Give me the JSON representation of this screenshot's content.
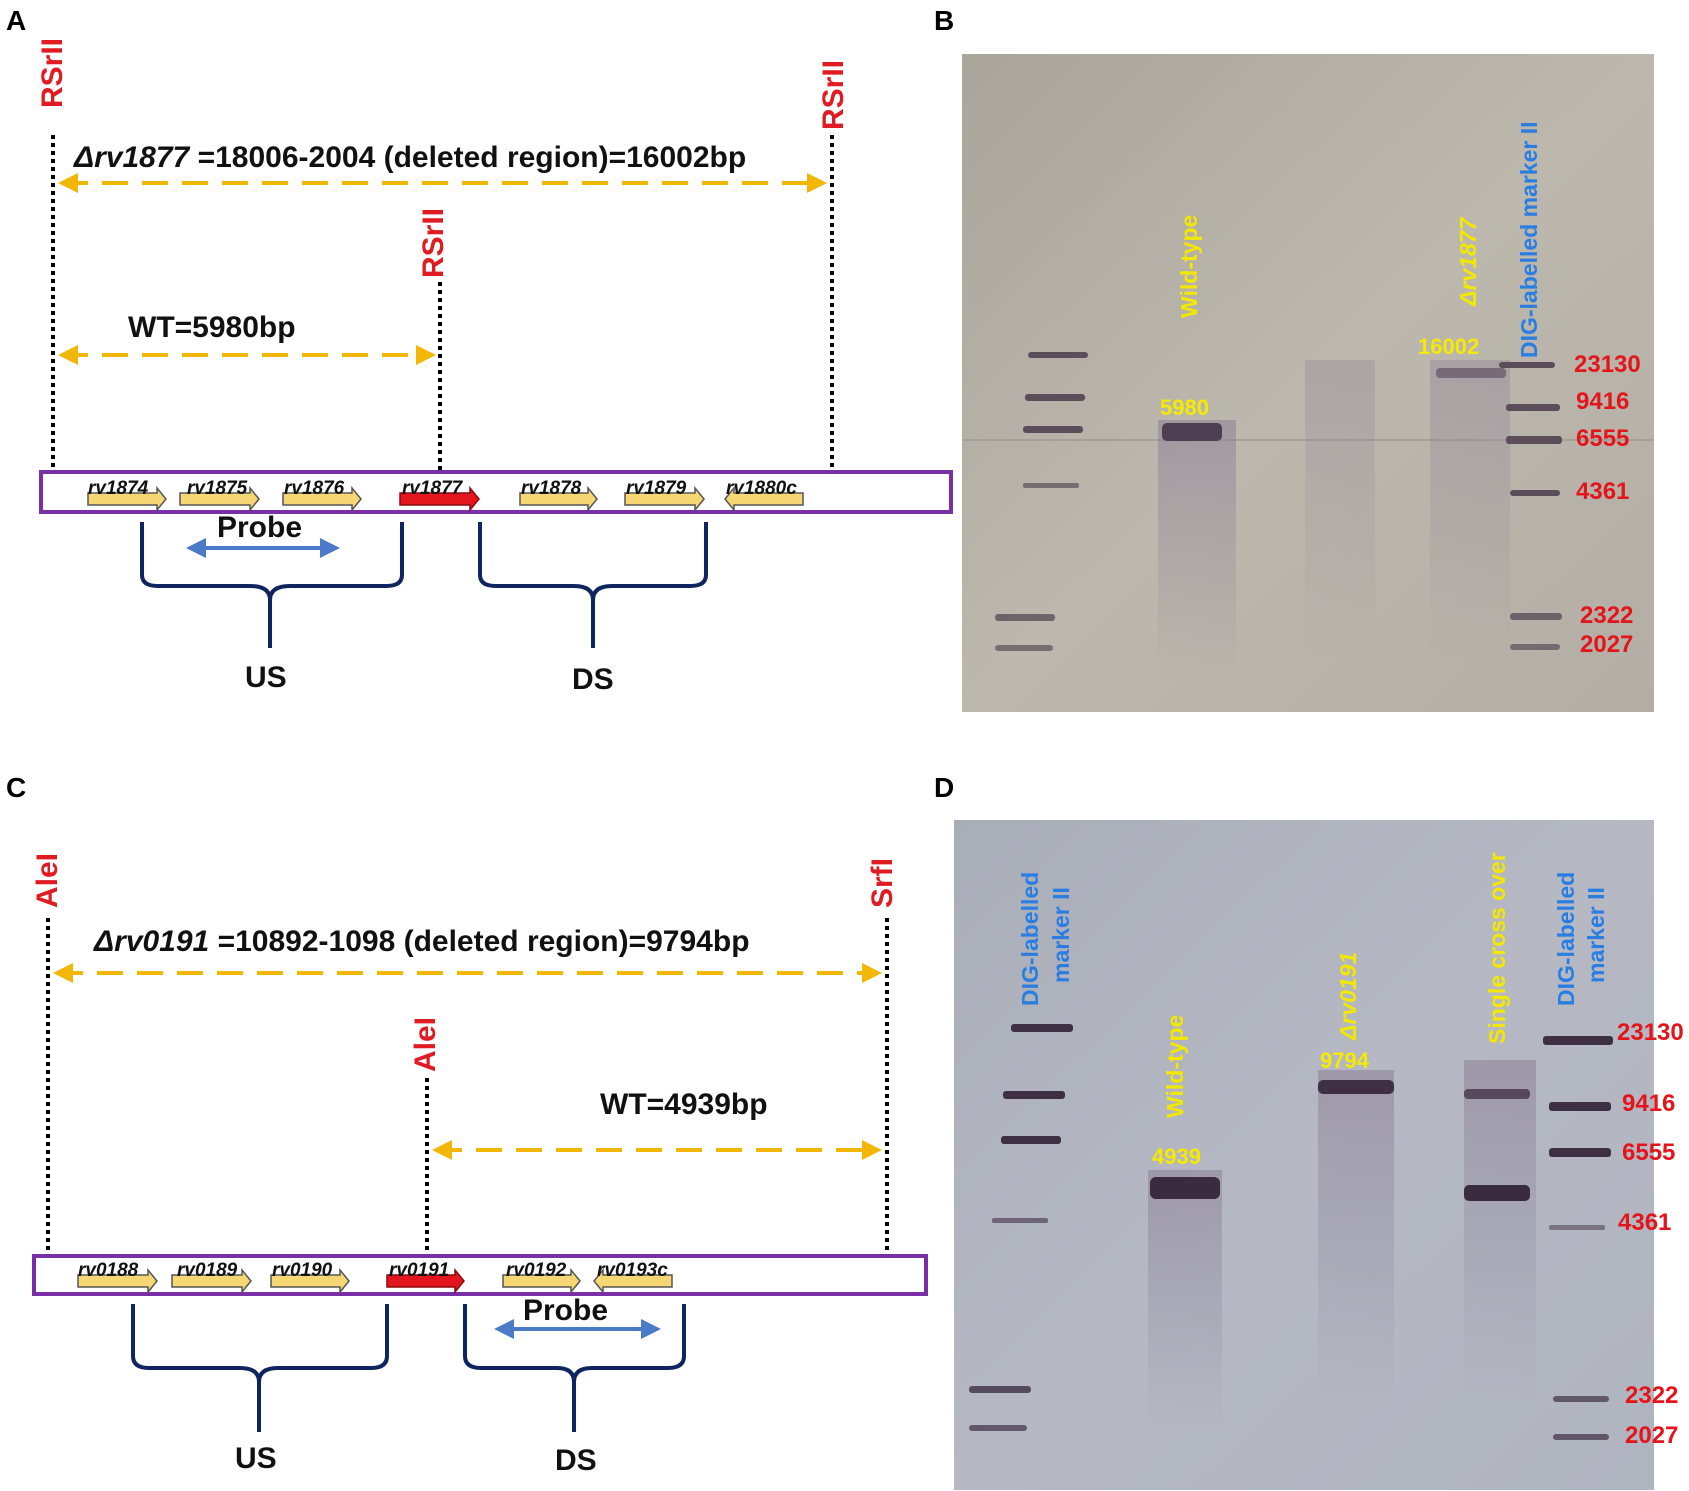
{
  "panels": {
    "A": {
      "label": "A",
      "sites": {
        "left": "RSrII",
        "middle": "RSrII",
        "right": "RSrII"
      },
      "deleted_gene": "Δrv1877",
      "deleted_text": " =18006-2004 (deleted region)=16002bp",
      "wt_text": "WT=5980bp",
      "genes": [
        "rv1874",
        "rv1875",
        "rv1876",
        "rv1877",
        "rv1878",
        "rv1879",
        "rv1880c"
      ],
      "probe": "Probe",
      "us": "US",
      "ds": "DS"
    },
    "B": {
      "label": "B",
      "lanes": {
        "wild_type": "Wild-type",
        "mutant": "Δrv1877",
        "marker": "DIG-labelled marker II"
      },
      "band_labels": {
        "wild_type": "5980",
        "mutant": "16002"
      },
      "marker_sizes": [
        "23130",
        "9416",
        "6555",
        "4361",
        "2322",
        "2027"
      ]
    },
    "C": {
      "label": "C",
      "sites": {
        "left": "AleI",
        "middle": "AleI",
        "right": "SrfI"
      },
      "deleted_gene": "Δrv0191",
      "deleted_text": " =10892-1098 (deleted region)=9794bp",
      "wt_text": "WT=4939bp",
      "genes": [
        "rv0188",
        "rv0189",
        "rv0190",
        "rv0191",
        "rv0192",
        "rv0193c"
      ],
      "probe": "Probe",
      "us": "US",
      "ds": "DS"
    },
    "D": {
      "label": "D",
      "lanes": {
        "marker_left_1": "DIG-labelled",
        "marker_left_2": "marker II",
        "wild_type": "Wild-type",
        "mutant": "Δrv0191",
        "single": "Single cross over",
        "marker_right_1": "DIG-labelled",
        "marker_right_2": "marker II"
      },
      "band_labels": {
        "wild_type": "4939",
        "mutant": "9794"
      },
      "marker_sizes": [
        "23130",
        "9416",
        "6555",
        "4361",
        "2322",
        "2027"
      ]
    }
  },
  "colors": {
    "site_red": "#e11b22",
    "arrow_gold": "#f2b705",
    "gene_yellow": "#f7d774",
    "deleted_gene_red": "#e3161d",
    "map_border_purple": "#7a2fa8",
    "brace_navy": "#0f2560",
    "probe_blue": "#4a7ac8",
    "lane_yellow": "#f3e800",
    "marker_blue": "#2a7de1"
  }
}
